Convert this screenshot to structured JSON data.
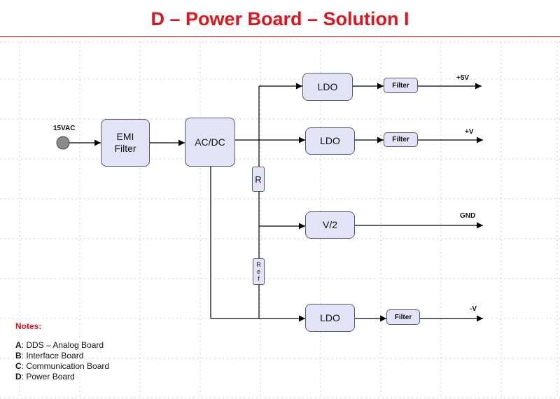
{
  "title": "D – Power Board – Solution I",
  "input_label": "15VAC",
  "blocks": {
    "emi": [
      "EMI",
      "Filter"
    ],
    "acdc": "AC/DC",
    "ldo1": "LDO",
    "ldo2": "LDO",
    "ldo3": "LDO",
    "vhalf": "V/2",
    "filter1": "Filter",
    "filter2": "Filter",
    "filter3": "Filter",
    "resistor": "R",
    "ref": [
      "R",
      "e",
      "f"
    ]
  },
  "outputs": {
    "plus5v": "+5V",
    "plusv": "+V",
    "gnd": "GND",
    "minusv": "-V"
  },
  "notes": {
    "title": "Notes:",
    "items": [
      {
        "key": "A",
        "text": ": DDS – Analog Board"
      },
      {
        "key": "B",
        "text": ": Interface Board"
      },
      {
        "key": "C",
        "text": ": Communication Board"
      },
      {
        "key": "D",
        "text": ": Power Board"
      }
    ]
  },
  "colors": {
    "title": "#e0141b",
    "block_fill": "#e2e3f7",
    "block_border": "#5a5a6e",
    "input_node": "#8a8a8a",
    "wire": "#000000"
  }
}
